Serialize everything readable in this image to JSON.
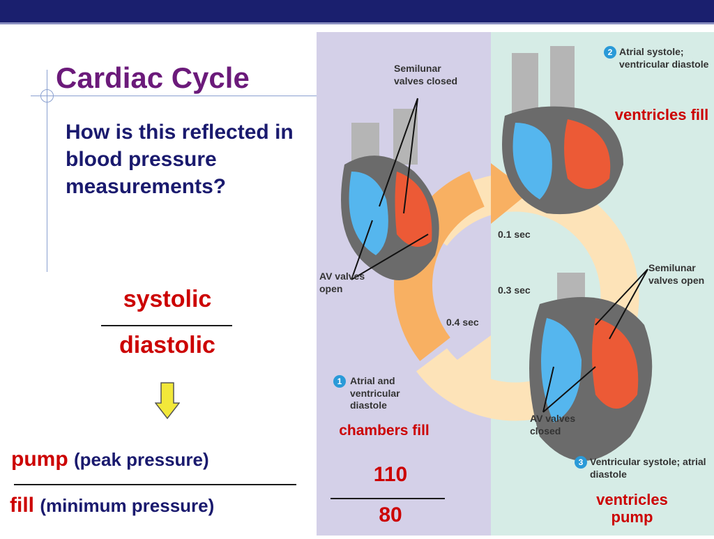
{
  "slide": {
    "title": "Cardiac Cycle",
    "question": "How is this reflected in blood pressure measurements?",
    "systolic_label": "systolic",
    "diastolic_label": "diastolic",
    "pump_word": "pump",
    "pump_desc": "(peak pressure)",
    "fill_word": "fill",
    "fill_desc": "(minimum pressure)"
  },
  "diagram": {
    "labels": {
      "semilunar_closed": "Semilunar valves closed",
      "av_open": "AV valves open",
      "atrial_systole": "Atrial systole; ventricular diastole",
      "semilunar_open": "Semilunar valves open",
      "av_closed": "AV valves closed",
      "atrial_ventricular_diastole": "Atrial and ventricular diastole",
      "ventricular_systole": "Ventricular systole; atrial diastole",
      "t01": "0.1 sec",
      "t03": "0.3 sec",
      "t04": "0.4 sec"
    },
    "steps": {
      "s1": "1",
      "s2": "2",
      "s3": "3"
    },
    "annotations": {
      "ventricles_fill": "ventricles fill",
      "chambers_fill": "chambers fill",
      "ventricles_pump": "ventricles pump",
      "systolic_value": "110",
      "diastolic_value": "80"
    }
  },
  "colors": {
    "title": "#6b1a7a",
    "body_text": "#1a1a6e",
    "accent_red": "#cc0000",
    "top_bar": "#1a1f6e",
    "panel_left": "#d4d0e8",
    "panel_right": "#d6ece6"
  }
}
